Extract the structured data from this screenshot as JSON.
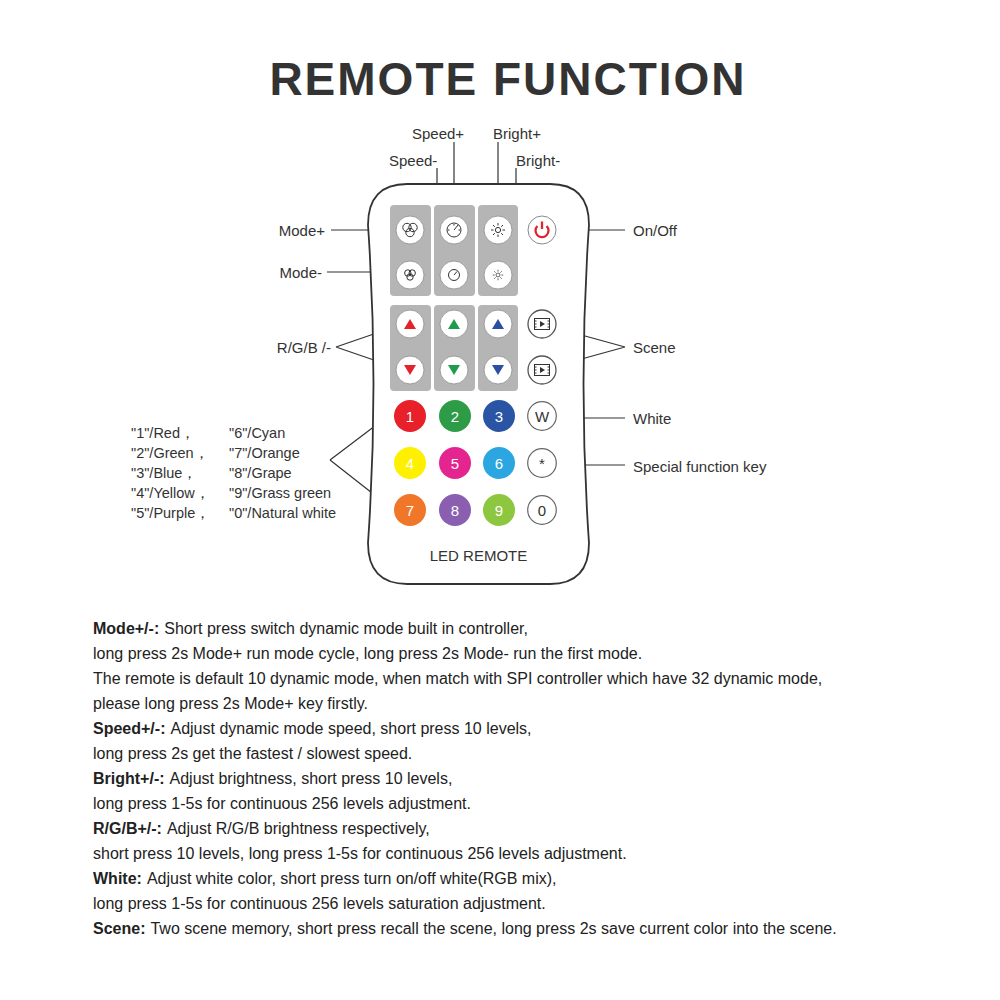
{
  "diagram": {
    "title": "REMOTE FUNCTION",
    "nodes": [
      {
        "text": [
          "LED REMOTE"
        ]
      },
      {
        "text": [
          "1"
        ],
        "in": 0
      },
      {
        "text": [
          "2"
        ],
        "in": 0
      },
      {
        "text": [
          "3"
        ],
        "in": 0
      },
      {
        "text": [
          "W"
        ],
        "in": 0
      },
      {
        "text": [
          "4"
        ],
        "in": 0
      },
      {
        "text": [
          "5"
        ],
        "in": 0
      },
      {
        "text": [
          "6"
        ],
        "in": 0
      },
      {
        "text": [
          "*"
        ],
        "in": 0
      },
      {
        "text": [
          "7"
        ],
        "in": 0
      },
      {
        "text": [
          "8"
        ],
        "in": 0
      },
      {
        "text": [
          "9"
        ],
        "in": 0
      },
      {
        "text": [
          "0"
        ],
        "in": 0
      }
    ],
    "labels": [
      "Speed+",
      "Bright+",
      "Speed-",
      "Bright-",
      "Mode+",
      "On/Off",
      "Mode-",
      "R/G/B /-",
      "Scene",
      "White",
      "Special function key",
      "\"1\"/Red，",
      "\"6\"/Cyan",
      "\"2\"/Green，",
      "\"7\"/Orange",
      "\"3\"/Blue，",
      "\"8\"/Grape",
      "\"4\"/Yellow，",
      "\"9\"/Grass green",
      "\"5\"/Purple，",
      "\"0\"/Natural white",
      "Mode+/-:",
      "Short press switch dynamic mode built in controller,",
      "long press 2s Mode+ run mode cycle, long press 2s Mode- run the first mode.",
      "The remote is default 10 dynamic mode, when match with SPI controller which have 32 dynamic mode,",
      "please long press 2s Mode+ key firstly.",
      "Speed+/-:",
      "Adjust dynamic mode speed, short press 10 levels,",
      "long press 2s get the fastest / slowest speed.",
      "Bright+/-:",
      "Adjust brightness, short press 10 levels,",
      "long press 1-5s for continuous 256 levels adjustment.",
      "R/G/B+/-:",
      "Adjust R/G/B brightness respectively,",
      "short press 10 levels, long press 1-5s for continuous 256 levels adjustment.",
      "White:",
      "Adjust white color, short press turn on/off white(RGB mix),",
      "long press 1-5s for continuous 256 levels saturation adjustment.",
      "Scene:",
      "Two scene memory, short press recall the scene, long press 2s save current color into the scene."
    ]
  }
}
